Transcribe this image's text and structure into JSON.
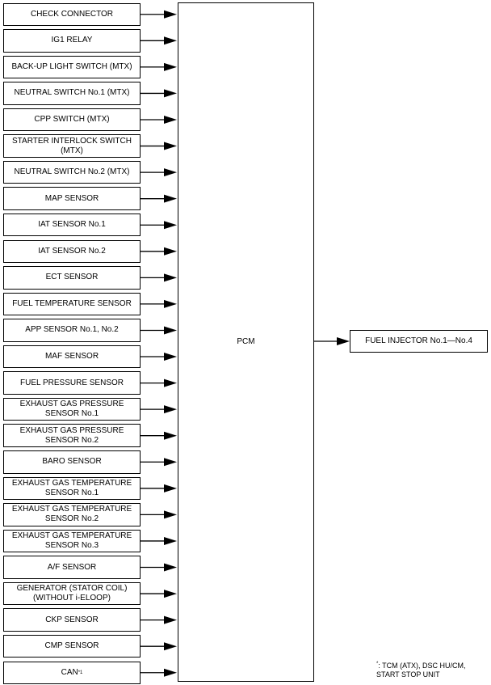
{
  "inputs": [
    {
      "label": "CHECK CONNECTOR"
    },
    {
      "label": "IG1 RELAY"
    },
    {
      "label": "BACK-UP LIGHT SWITCH (MTX)"
    },
    {
      "label": "NEUTRAL SWITCH No.1 (MTX)"
    },
    {
      "label": "CPP SWITCH (MTX)"
    },
    {
      "label": "STARTER INTERLOCK SWITCH\n(MTX)"
    },
    {
      "label": "NEUTRAL SWITCH No.2 (MTX)"
    },
    {
      "label": "MAP SENSOR"
    },
    {
      "label": "IAT SENSOR No.1"
    },
    {
      "label": "IAT SENSOR No.2"
    },
    {
      "label": "ECT SENSOR"
    },
    {
      "label": "FUEL TEMPERATURE SENSOR"
    },
    {
      "label": "APP SENSOR No.1, No.2"
    },
    {
      "label": "MAF SENSOR"
    },
    {
      "label": "FUEL PRESSURE SENSOR"
    },
    {
      "label": "EXHAUST GAS PRESSURE\nSENSOR No.1"
    },
    {
      "label": "EXHAUST GAS PRESSURE\nSENSOR No.2"
    },
    {
      "label": "BARO SENSOR"
    },
    {
      "label": "EXHAUST GAS TEMPERATURE\nSENSOR No.1"
    },
    {
      "label": "EXHAUST GAS TEMPERATURE\nSENSOR No.2"
    },
    {
      "label": "EXHAUST GAS TEMPERATURE\nSENSOR No.3"
    },
    {
      "label": "A/F SENSOR"
    },
    {
      "label": "GENERATOR (STATOR COIL)\n(WITHOUT i-ELOOP)"
    },
    {
      "label": "CKP SENSOR"
    },
    {
      "label": "CMP SENSOR"
    },
    {
      "label": "CAN",
      "superscript": "*1"
    }
  ],
  "pcm": {
    "label": "PCM"
  },
  "output": {
    "label": "FUEL INJECTOR No.1—No.4"
  },
  "footnote": {
    "marker": "*",
    "text": ": TCM (ATX), DSC HU/CM,\nSTART STOP UNIT"
  }
}
